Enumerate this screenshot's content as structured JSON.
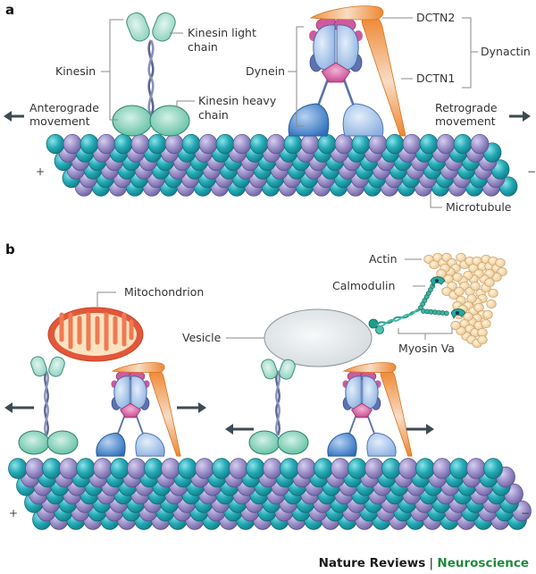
{
  "panel_a": {
    "letter": "a",
    "labels": {
      "kinesin": "Kinesin",
      "kinesin_light_chain_1": "Kinesin light",
      "kinesin_light_chain_2": "chain",
      "kinesin_heavy_chain_1": "Kinesin heavy",
      "kinesin_heavy_chain_2": "chain",
      "dynein": "Dynein",
      "dctn2": "DCTN2",
      "dctn1": "DCTN1",
      "dynactin": "Dynactin",
      "anterograde_1": "Anterograde",
      "anterograde_2": "movement",
      "retrograde_1": "Retrograde",
      "retrograde_2": "movement",
      "plus_end": "+",
      "minus_end": "−",
      "microtubule": "Microtubule"
    }
  },
  "panel_b": {
    "letter": "b",
    "labels": {
      "mitochondrion": "Mitochondrion",
      "vesicle": "Vesicle",
      "actin": "Actin",
      "calmodulin": "Calmodulin",
      "myosin_va": "Myosin Va",
      "plus_end": "+",
      "minus_end": "−"
    }
  },
  "credit": {
    "journal": "Nature Reviews",
    "separator": " | ",
    "subject": "Neuroscience"
  },
  "colors": {
    "tubulin_teal": "#1fa7b3",
    "tubulin_purple": "#9a8fc6",
    "kinesin_green": "#7fcdb4",
    "dynein_blue": "#9dbde6",
    "dynein_dark_blue": "#3f7fc6",
    "dynein_pink": "#d0559a",
    "dynactin_orange": "#f0923d",
    "mito_red": "#e0553a",
    "mito_inner": "#fde3c0",
    "vesicle_grey": "#e2e6e8",
    "actin_beige": "#f5d9a8",
    "myosin_teal": "#1f9c8a",
    "arrow_dark": "#3d4a52",
    "credit_green": "#1f8a3c"
  }
}
